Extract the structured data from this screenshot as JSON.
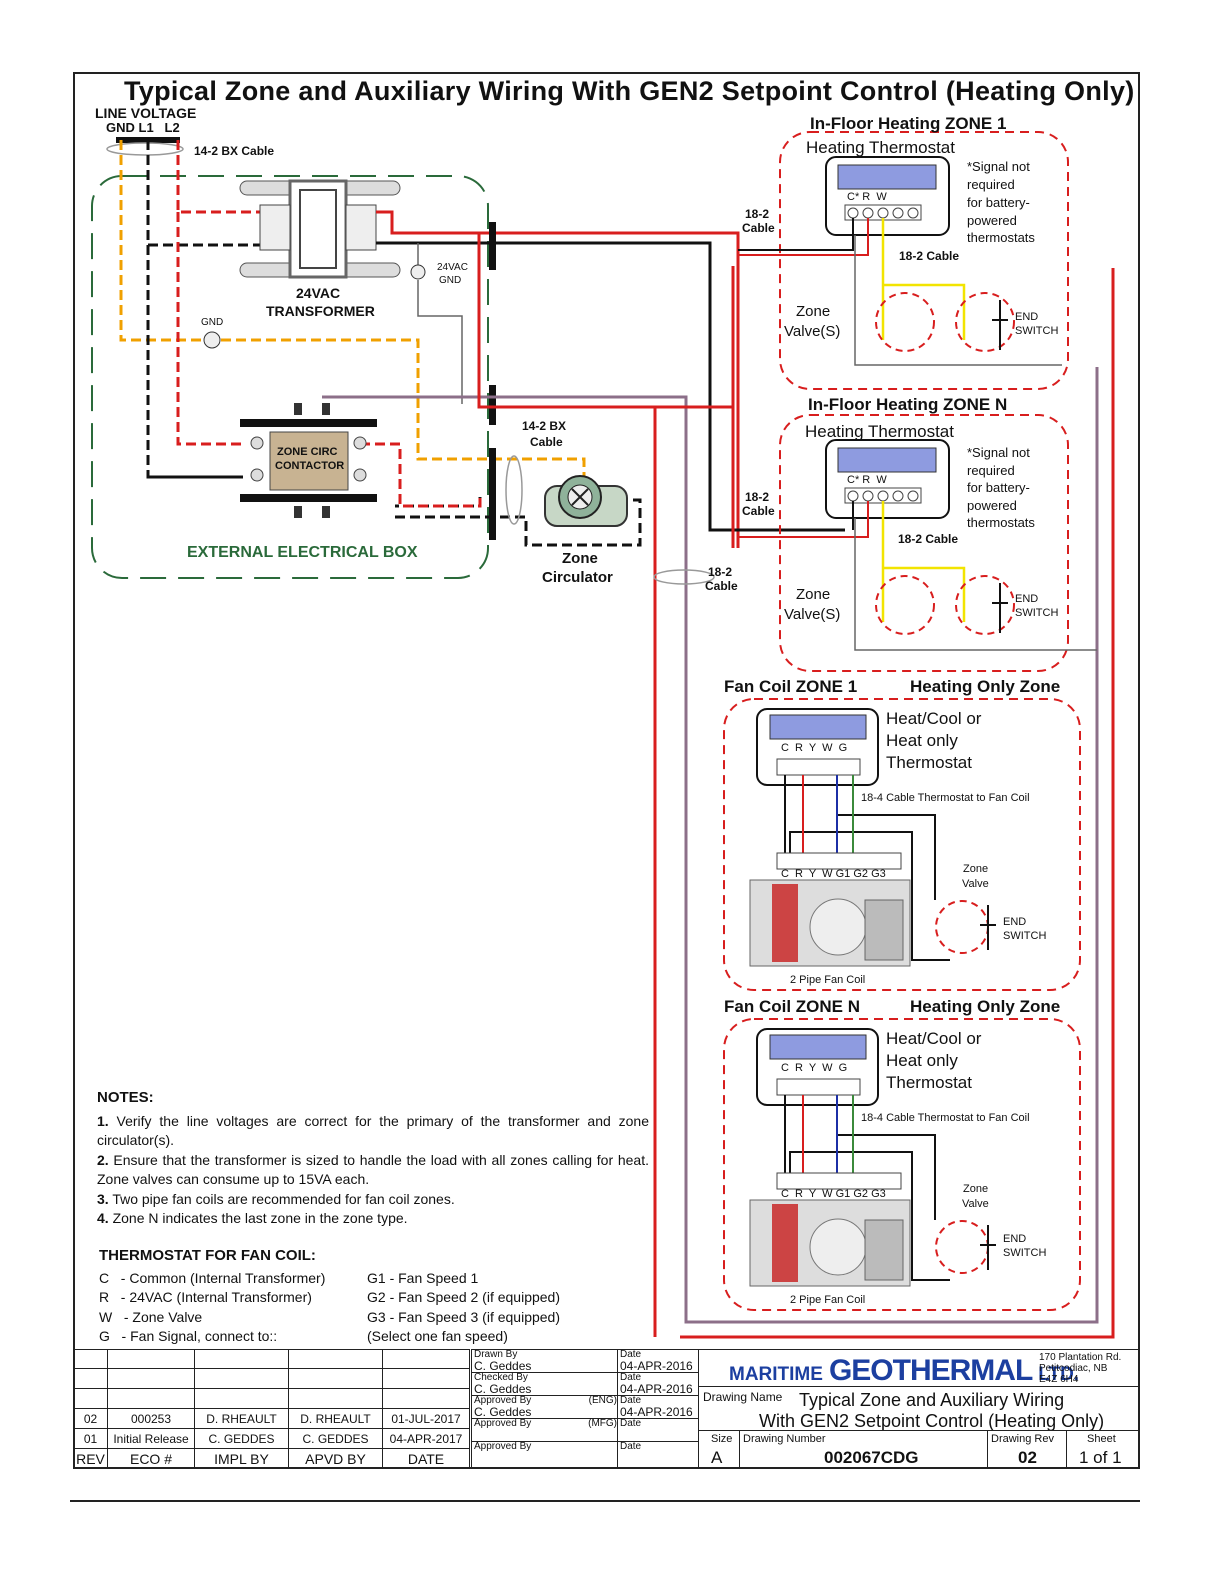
{
  "title": "Typical Zone and Auxiliary Wiring With GEN2 Setpoint Control (Heating Only)",
  "line_voltage": {
    "label": "LINE VOLTAGE",
    "terminals": "GND L1   L2",
    "cable": "14-2 BX Cable"
  },
  "transformer": {
    "label_1": "24VAC",
    "label_2": "TRANSFORMER",
    "gnd_1": "24VAC",
    "gnd_2": "GND"
  },
  "gnd_label": "GND",
  "contactor": {
    "label_1": "ZONE CIRC",
    "label_2": "CONTACTOR"
  },
  "external_box": "EXTERNAL ELECTRICAL BOX",
  "bx_cable": {
    "l1": "14-2 BX",
    "l2": "Cable"
  },
  "circulator": {
    "l1": "Zone",
    "l2": "Circulator"
  },
  "cable_182": {
    "l1": "18-2",
    "l2": "Cable"
  },
  "zone1": {
    "title": "In-Floor Heating ZONE 1",
    "thermostat": "Heating Thermostat",
    "terminals": "C* R  W",
    "signal_note": [
      "*Signal not",
      "required",
      "for battery-",
      "powered",
      "thermostats"
    ],
    "cable": "18-2 Cable",
    "valve_1": "Zone",
    "valve_2": "Valve(S)",
    "end_1": "END",
    "end_2": "SWITCH"
  },
  "zoneN": {
    "title": "In-Floor Heating ZONE N",
    "thermostat": "Heating Thermostat",
    "terminals": "C* R  W",
    "signal_note": [
      "*Signal not",
      "required",
      "for battery-",
      "powered",
      "thermostats"
    ],
    "cable": "18-2 Cable",
    "valve_1": "Zone",
    "valve_2": "Valve(S)",
    "end_1": "END",
    "end_2": "SWITCH"
  },
  "fan1": {
    "title": "Fan Coil ZONE 1",
    "zone_type": "Heating Only Zone",
    "tstat": [
      "Heat/Cool or",
      "Heat only",
      "Thermostat"
    ],
    "terminals": "C  R  Y  W  G",
    "cable": "18-4 Cable Thermostat to Fan Coil",
    "coil_terms": "C  R  Y  W G1 G2 G3",
    "valve_1": "Zone",
    "valve_2": "Valve",
    "end_1": "END",
    "end_2": "SWITCH",
    "coil": "2 Pipe Fan Coil"
  },
  "fanN": {
    "title": "Fan Coil ZONE N",
    "zone_type": "Heating Only Zone",
    "tstat": [
      "Heat/Cool or",
      "Heat only",
      "Thermostat"
    ],
    "terminals": "C  R  Y  W  G",
    "cable": "18-4 Cable Thermostat to Fan Coil",
    "coil_terms": "C  R  Y  W G1 G2 G3",
    "valve_1": "Zone",
    "valve_2": "Valve",
    "end_1": "END",
    "end_2": "SWITCH",
    "coil": "2 Pipe Fan Coil"
  },
  "notes": {
    "heading": "NOTES:",
    "items": [
      {
        "n": "1.",
        "text": " Verify the line voltages are correct for the primary of the transformer and zone circulator(s)."
      },
      {
        "n": "2.",
        "text": " Ensure that the transformer is sized to handle the load with all zones calling for heat.  Zone valves can consume up to 15VA each."
      },
      {
        "n": "3.",
        "text": " Two pipe fan coils are recommended for fan coil zones."
      },
      {
        "n": "4.",
        "text": " Zone N indicates the last zone in the zone type."
      }
    ]
  },
  "tstat_fan": {
    "heading": "THERMOSTAT FOR FAN COIL:",
    "left": [
      "C   - Common (Internal Transformer)",
      "R   - 24VAC (Internal Transformer)",
      "W   - Zone Valve",
      "G   - Fan Signal, connect to::"
    ],
    "right": [
      "G1 - Fan Speed 1",
      "G2 - Fan Speed 2 (if equipped)",
      "G3 - Fan Speed 3 (if equipped)",
      "(Select one fan speed)"
    ]
  },
  "title_block": {
    "rev_rows": [
      {
        "rev": "",
        "eco": "",
        "impl": "",
        "apvd": "",
        "date": ""
      },
      {
        "rev": "",
        "eco": "",
        "impl": "",
        "apvd": "",
        "date": ""
      },
      {
        "rev": "",
        "eco": "",
        "impl": "",
        "apvd": "",
        "date": ""
      },
      {
        "rev": "02",
        "eco": "000253",
        "impl": "D. RHEAULT",
        "apvd": "D. RHEAULT",
        "date": "01-JUL-2017"
      },
      {
        "rev": "01",
        "eco": "Initial Release",
        "impl": "C. GEDDES",
        "apvd": "C. GEDDES",
        "date": "04-APR-2017"
      }
    ],
    "headers": {
      "rev": "REV",
      "eco": "ECO #",
      "impl": "IMPL BY",
      "apvd": "APVD BY",
      "date": "DATE"
    },
    "drawn_by": "Drawn By",
    "drawn_name": "C. Geddes",
    "drawn_date_lbl": "Date",
    "drawn_date": "04-APR-2016",
    "checked_by": "Checked By",
    "checked_name": "C. Geddes",
    "checked_date_lbl": "Date",
    "checked_date": "04-APR-2016",
    "approved_eng": "Approved By",
    "eng": "(ENG)",
    "eng_name": "C. Geddes",
    "eng_date_lbl": "Date",
    "eng_date": "04-APR-2016",
    "approved_mfg": "Approved By",
    "mfg": "(MFG)",
    "mfg_date_lbl": "Date",
    "approved_by": "Approved By",
    "approved_date_lbl": "Date",
    "company_1": "MARITIME",
    "company_2": "GEOTHERMAL",
    "company_3": "LTD.",
    "address": [
      "170 Plantation Rd.",
      "Petitcodiac, NB",
      "E4Z 6H4"
    ],
    "drawing_name_lbl": "Drawing Name",
    "drawing_name_1": "Typical Zone and Auxiliary Wiring",
    "drawing_name_2": "With GEN2 Setpoint Control (Heating Only)",
    "size_lbl": "Size",
    "size": "A",
    "number_lbl": "Drawing Number",
    "number": "002067CDG",
    "rev_lbl": "Drawing Rev",
    "rev": "02",
    "sheet_lbl": "Sheet",
    "sheet": "1 of 1"
  }
}
